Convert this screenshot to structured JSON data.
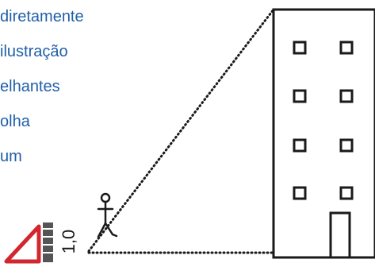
{
  "text_lines": [
    "diretamente",
    "ilustração",
    "elhantes",
    "olha",
    "um"
  ],
  "figure": {
    "small_label": "1,0",
    "colors": {
      "text": "#1f5fa8",
      "lines": "#1a1a1a",
      "triangle": "#d2272e",
      "ruler": "#555555"
    }
  }
}
